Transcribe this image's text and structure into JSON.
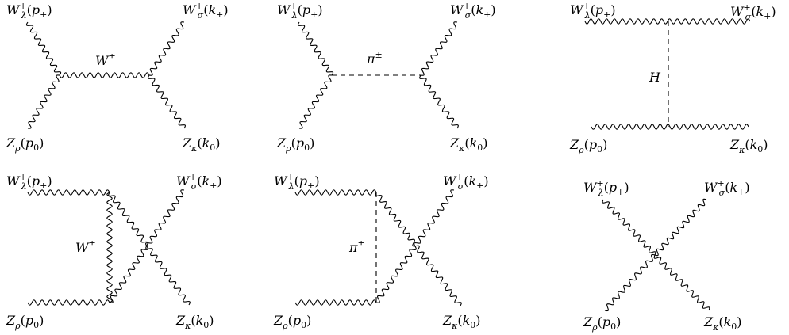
{
  "diagrams": [
    {
      "labels": {
        "top_left": [
          "W",
          "+",
          "λ",
          "(p",
          "+",
          ")"
        ],
        "top_right": [
          "W",
          "+",
          "σ",
          "(k",
          "+",
          ")"
        ],
        "bottom_left": [
          "Z",
          "",
          "ρ",
          "(p",
          "0",
          ")"
        ],
        "bottom_right": [
          "Z",
          "",
          "κ",
          "(k",
          "0",
          ")"
        ]
      },
      "propagator": "W±"
    },
    {
      "labels": {
        "top_left": [
          "W",
          "+",
          "λ",
          "(p",
          "+",
          ")"
        ],
        "top_right": [
          "W",
          "+",
          "σ",
          "(k",
          "+",
          ")"
        ],
        "bottom_left": [
          "Z",
          "",
          "ρ",
          "(p",
          "0",
          ")"
        ],
        "bottom_right": [
          "Z",
          "",
          "κ",
          "(k",
          "0",
          ")"
        ]
      },
      "propagator": "π±"
    },
    {
      "labels": {
        "top_left": [
          "W",
          "+",
          "λ",
          "(p",
          "+",
          ")"
        ],
        "top_right": [
          "W",
          "+",
          "σ",
          "(k",
          "+",
          ")"
        ],
        "bottom_left": [
          "Z",
          "",
          "ρ",
          "(p",
          "0",
          ")"
        ],
        "bottom_right": [
          "Z",
          "",
          "κ",
          "(k",
          "0",
          ")"
        ]
      },
      "propagator": "H"
    },
    {
      "labels": {
        "top_left": [
          "W",
          "+",
          "λ",
          "(p",
          "+",
          ")"
        ],
        "top_right": [
          "W",
          "+",
          "σ",
          "(k",
          "+",
          ")"
        ],
        "bottom_left": [
          "Z",
          "",
          "ρ",
          "(p",
          "0",
          ")"
        ],
        "bottom_right": [
          "Z",
          "",
          "κ",
          "(k",
          "0",
          ")"
        ]
      },
      "propagator": "W±"
    },
    {
      "labels": {
        "top_left": [
          "W",
          "+",
          "λ",
          "(p",
          "+",
          ")"
        ],
        "top_right": [
          "W",
          "+",
          "σ",
          "(k",
          "+",
          ")"
        ],
        "bottom_left": [
          "Z",
          "",
          "ρ",
          "(p",
          "0",
          ")"
        ],
        "bottom_right": [
          "Z",
          "",
          "κ",
          "(k",
          "0",
          ")"
        ]
      },
      "propagator": "π±"
    },
    {
      "labels": {
        "top_left": [
          "W",
          "+",
          "λ",
          "(p",
          "+",
          ")"
        ],
        "top_right": [
          "W",
          "+",
          "σ",
          "(k",
          "+",
          ")"
        ],
        "bottom_left": [
          "Z",
          "",
          "ρ",
          "(p",
          "0",
          ")"
        ],
        "bottom_right": [
          "Z",
          "",
          "κ",
          "(k",
          "0",
          ")"
        ]
      },
      "propagator": ""
    }
  ]
}
